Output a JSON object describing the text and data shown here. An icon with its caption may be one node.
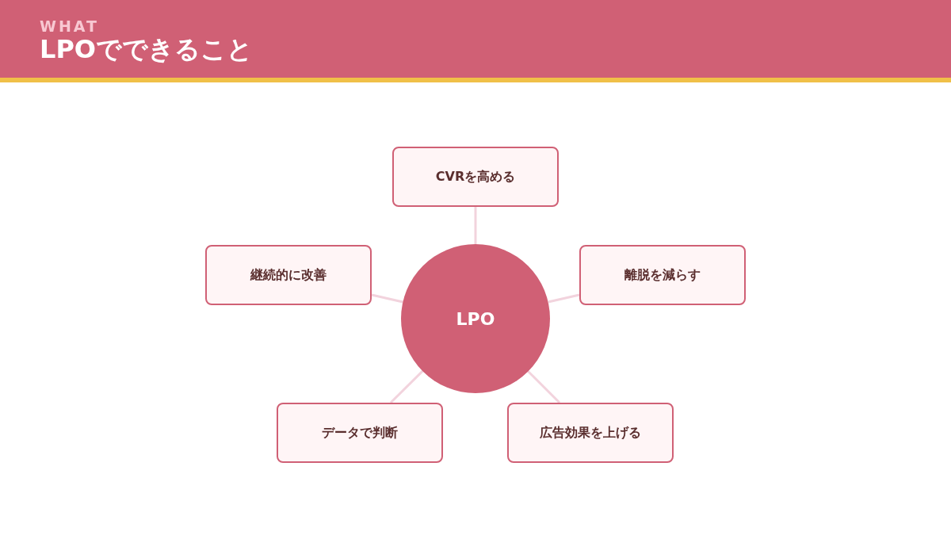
{
  "diagram": {
    "title": "LPOでできること",
    "nodes": [
      {
        "text": [
          "LPO"
        ]
      },
      {
        "text": [
          "CVRを高める"
        ]
      },
      {
        "text": [
          "継続的に改善"
        ]
      },
      {
        "text": [
          "離脱を減らす"
        ]
      },
      {
        "text": [
          "データで判断"
        ]
      },
      {
        "text": [
          "広告効果を上げる"
        ]
      }
    ],
    "edges": [
      {
        "from": 0,
        "to": 1,
        "arrow": "none"
      },
      {
        "from": 0,
        "to": 2,
        "arrow": "none"
      },
      {
        "from": 0,
        "to": 3,
        "arrow": "none"
      },
      {
        "from": 0,
        "to": 4,
        "arrow": "none"
      },
      {
        "from": 0,
        "to": 5,
        "arrow": "none"
      }
    ],
    "labels": [
      "WHAT"
    ]
  }
}
